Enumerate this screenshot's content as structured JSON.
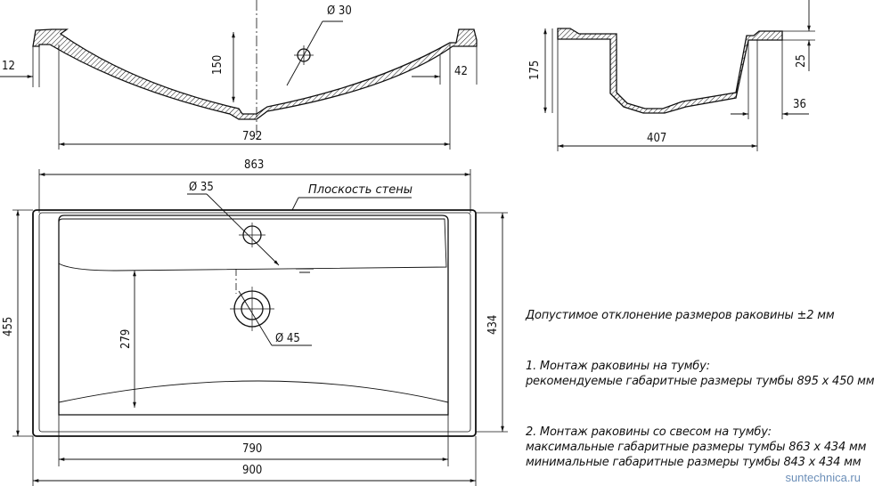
{
  "top_view": {
    "dim_hole": "Ø 30",
    "dim_depth": "150",
    "dim_rim_left": "12",
    "dim_rim_right": "42",
    "dim_width": "792"
  },
  "side_view": {
    "dim_height": "175",
    "dim_rim": "25",
    "dim_offset": "36",
    "dim_depth": "407"
  },
  "plan_view": {
    "dim_total_top": "863",
    "dim_tap_hole": "Ø 35",
    "wall_label": "Плоскость стены",
    "dim_height_left": "455",
    "dim_bowl": "279",
    "dim_drain": "Ø 45",
    "dim_height_right": "434",
    "dim_inner": "790",
    "dim_total_bottom": "900"
  },
  "notes": {
    "tolerance": "Допустимое отклонение размеров раковины ±2 мм",
    "mount1_title": "1. Монтаж раковины на тумбу:",
    "mount1_line": "рекомендуемые габаритные размеры тумбы 895 х 450 мм",
    "mount2_title": "2. Монтаж раковины со свесом на тумбу:",
    "mount2_max": "максимальные габаритные размеры тумбы 863 х 434 мм",
    "mount2_min": "минимальные габаритные размеры тумбы 843 х 434 мм"
  },
  "watermark": "suntechnica.ru"
}
